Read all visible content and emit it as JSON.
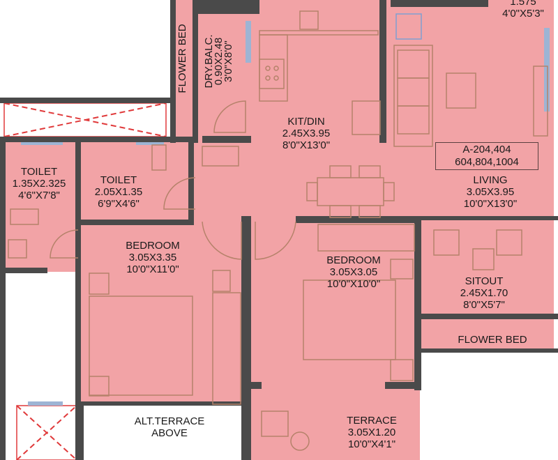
{
  "colors": {
    "floor": "#f2a3a6",
    "wall": "#4a4a4a",
    "furniture": "#b5826a",
    "window": "#9db4d4",
    "marker": "#e0393a",
    "ground": "#ffffff"
  },
  "plan": {
    "rooms": [
      {
        "id": "kit-din",
        "name": "KIT/DIN",
        "metric": "2.45X3.95",
        "imperial": "8'0\"X13'0\""
      },
      {
        "id": "living",
        "name": "LIVING",
        "metric": "3.05X3.95",
        "imperial": "10'0\"X13'0\""
      },
      {
        "id": "toilet-1",
        "name": "TOILET",
        "metric": "1.35X2.325",
        "imperial": "4'6\"X7'8\""
      },
      {
        "id": "toilet-2",
        "name": "TOILET",
        "metric": "2.05X1.35",
        "imperial": "6'9\"X4'6\""
      },
      {
        "id": "bedroom-1",
        "name": "BEDROOM",
        "metric": "3.05X3.35",
        "imperial": "10'0\"X11'0\""
      },
      {
        "id": "bedroom-2",
        "name": "BEDROOM",
        "metric": "3.05X3.05",
        "imperial": "10'0\"X10'0\""
      },
      {
        "id": "sitout",
        "name": "SITOUT",
        "metric": "2.45X1.70",
        "imperial": "8'0\"X5'7\""
      },
      {
        "id": "terrace",
        "name": "TERRACE",
        "metric": "3.05X1.20",
        "imperial": "10'0\"X4'1\""
      },
      {
        "id": "dry-balc",
        "name": "DRY.BALC.",
        "metric": "0.90X2.48",
        "imperial": "3'0\"X8'0\""
      },
      {
        "id": "top-right",
        "name": "",
        "metric": "1.575",
        "imperial": "4'0\"X5'3\""
      }
    ],
    "flower_bed_vertical": "FLOWER BED",
    "flower_bed_horizontal": "FLOWER BED",
    "alt_terrace": [
      "ALT.TERRACE",
      "ABOVE"
    ],
    "unit_numbers": [
      "A-204,404",
      "604,804,1004"
    ]
  }
}
